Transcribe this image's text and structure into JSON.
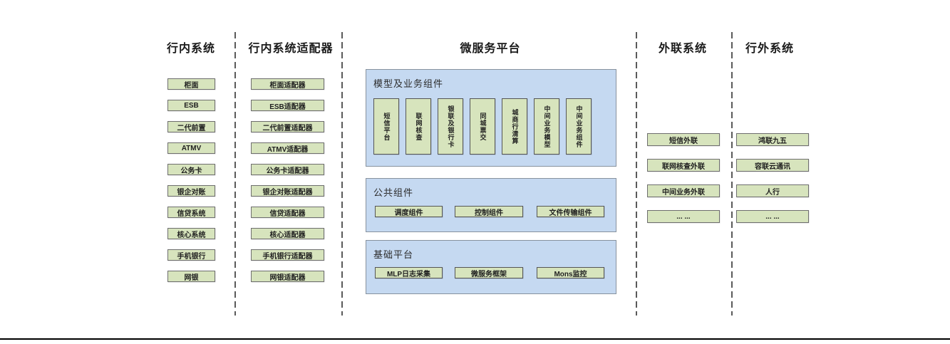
{
  "columns": {
    "internal": {
      "title": "行内系统",
      "items": [
        "柜面",
        "ESB",
        "二代前置",
        "ATMV",
        "公务卡",
        "银企对账",
        "信贷系统",
        "核心系统",
        "手机银行",
        "网银"
      ]
    },
    "adapters": {
      "title": "行内系统适配器",
      "items": [
        "柜面适配器",
        "ESB适配器",
        "二代前置适配器",
        "ATMV适配器",
        "公务卡适配器",
        "银企对账适配器",
        "信贷适配器",
        "核心适配器",
        "手机银行适配器",
        "网银适配器"
      ]
    },
    "platform": {
      "title": "微服务平台",
      "panels": {
        "model": {
          "title": "模型及业务组件",
          "items": [
            "短信平台",
            "联网核查",
            "银联及银行卡",
            "同城票交",
            "城商行清算",
            "中间业务模型",
            "中间业务组件"
          ]
        },
        "common": {
          "title": "公共组件",
          "items": [
            "调度组件",
            "控制组件",
            "文件传输组件"
          ]
        },
        "base": {
          "title": "基础平台",
          "items": [
            "MLP日志采集",
            "微服务框架",
            "Mons监控"
          ]
        }
      }
    },
    "outreach": {
      "title": "外联系统",
      "items": [
        "短信外联",
        "联网核查外联",
        "中间业务外联",
        "... ..."
      ]
    },
    "external": {
      "title": "行外系统",
      "items": [
        "鸿联九五",
        "容联云通讯",
        "人行",
        "... ..."
      ]
    }
  },
  "colors": {
    "box_green": "#d7e4bd",
    "panel_blue": "#c5d9f1",
    "box_border": "#6e6e6e",
    "separator_gray": "#5a5a5a",
    "bottom_line": "#000000"
  }
}
